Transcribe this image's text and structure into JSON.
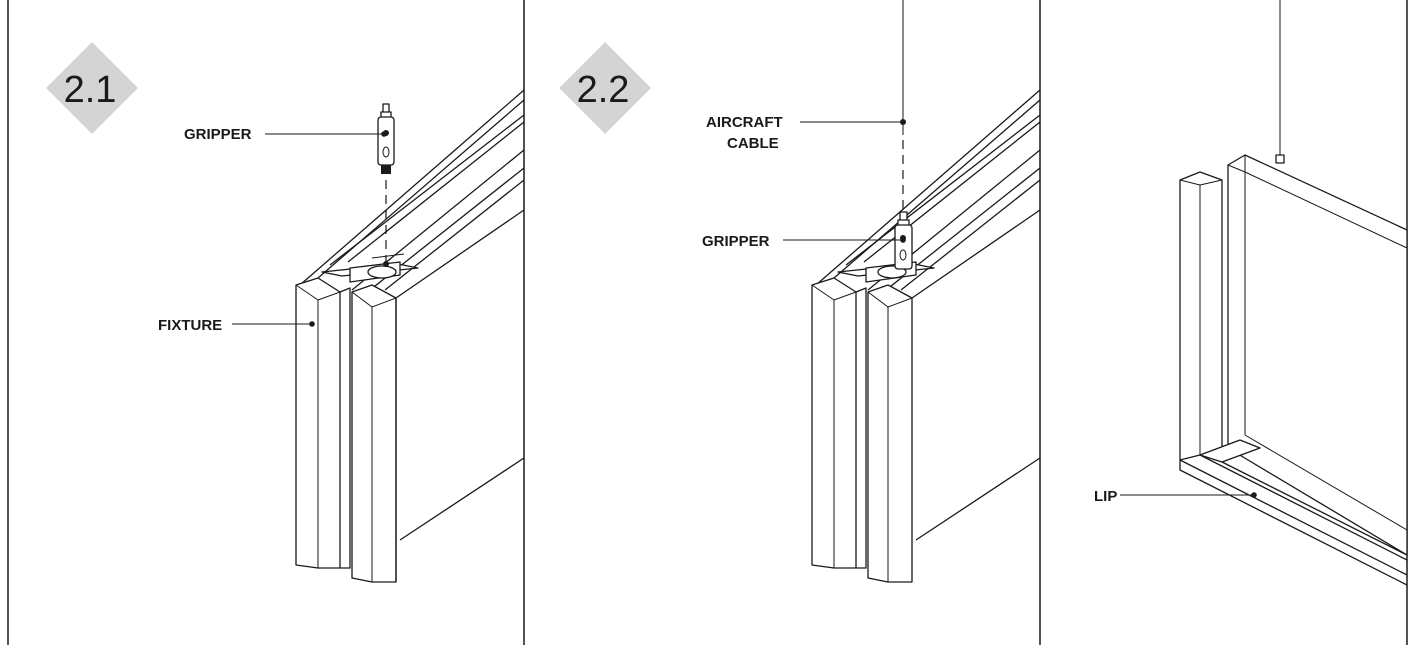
{
  "panels": [
    {
      "step": "2.1",
      "labels": {
        "gripper": "GRIPPER",
        "fixture": "FIXTURE"
      }
    },
    {
      "step": "2.2",
      "labels": {
        "cable_line1": "AIRCRAFT",
        "cable_line2": "CABLE",
        "gripper": "GRIPPER"
      }
    },
    {
      "labels": {
        "lip": "LIP"
      }
    }
  ],
  "colors": {
    "line": "#1a1a1a",
    "badge": "#d4d4d4",
    "background": "#ffffff"
  }
}
